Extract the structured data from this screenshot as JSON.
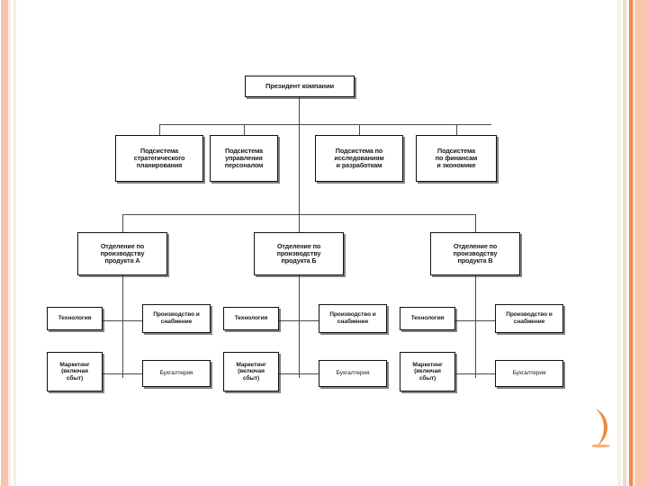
{
  "slide": {
    "title_text": "",
    "background_color": "#ffffff",
    "accent_color": "#f08a50",
    "border_colors": [
      "#f9c7ab",
      "#f08a50",
      "#e8e0cc",
      "#f5f1e6"
    ]
  },
  "decorations": {
    "swoosh_name": "orange-crescent-swoosh",
    "swoosh_color": "#ed8b3c",
    "left_border_name": "left-border-stripes",
    "right_border_name": "right-border-stripes"
  },
  "chart_data": {
    "type": "diagram",
    "diagram_type": "organizational-chart",
    "title": "",
    "levels": [
      {
        "level": 1,
        "name": "president",
        "nodes": [
          {
            "id": "president",
            "label": "Президент компании"
          }
        ]
      },
      {
        "level": 2,
        "name": "subsystems",
        "nodes": [
          {
            "id": "sub-strategic",
            "label": "Подсистема\nстратегического\nпланирования"
          },
          {
            "id": "sub-hr",
            "label": "Подсистема\nуправления\nперсоналом"
          },
          {
            "id": "sub-research",
            "label": "Подсистема по\nисследованиям\nи разработкам"
          },
          {
            "id": "sub-finance",
            "label": "Подсистема\nпо финансам\nи экономике"
          }
        ]
      },
      {
        "level": 3,
        "name": "divisions",
        "nodes": [
          {
            "id": "div-a",
            "label": "Отделение по\nпроизводству\nпродукта А"
          },
          {
            "id": "div-b",
            "label": "Отделение по\nпроизводству\nпродукта Б"
          },
          {
            "id": "div-v",
            "label": "Отделение по\nпроизводству\nпродукта В"
          }
        ]
      },
      {
        "level": 4,
        "name": "functions",
        "groups": [
          {
            "parent": "div-a",
            "nodes": [
              {
                "id": "a-tech",
                "label": "Технология"
              },
              {
                "id": "a-prod",
                "label": "Производство и\nснабжение"
              },
              {
                "id": "a-marketing",
                "label": "Маркетинг\n(включая\nсбыт)"
              },
              {
                "id": "a-account",
                "label": "Бухгалтерия"
              }
            ]
          },
          {
            "parent": "div-b",
            "nodes": [
              {
                "id": "b-tech",
                "label": "Технология"
              },
              {
                "id": "b-prod",
                "label": "Производство и\nснабжение"
              },
              {
                "id": "b-marketing",
                "label": "Маркетинг\n(включая\nсбыт)"
              },
              {
                "id": "b-account",
                "label": "Бухгалтерия"
              }
            ]
          },
          {
            "parent": "div-v",
            "nodes": [
              {
                "id": "v-tech",
                "label": "Технология"
              },
              {
                "id": "v-prod",
                "label": "Производство и\nснабжение"
              },
              {
                "id": "v-marketing",
                "label": "Маркетинг\n(включая\nсбыт)"
              },
              {
                "id": "v-account",
                "label": "Бухгалтерия"
              }
            ]
          }
        ]
      }
    ],
    "edges": [
      {
        "from": "president",
        "to": "sub-strategic"
      },
      {
        "from": "president",
        "to": "sub-hr"
      },
      {
        "from": "president",
        "to": "sub-research"
      },
      {
        "from": "president",
        "to": "sub-finance"
      },
      {
        "from": "president",
        "to": "div-a"
      },
      {
        "from": "president",
        "to": "div-b"
      },
      {
        "from": "president",
        "to": "div-v"
      },
      {
        "from": "div-a",
        "to": "a-tech"
      },
      {
        "from": "div-a",
        "to": "a-prod"
      },
      {
        "from": "div-a",
        "to": "a-marketing"
      },
      {
        "from": "div-a",
        "to": "a-account"
      },
      {
        "from": "div-b",
        "to": "b-tech"
      },
      {
        "from": "div-b",
        "to": "b-prod"
      },
      {
        "from": "div-b",
        "to": "b-marketing"
      },
      {
        "from": "div-b",
        "to": "b-account"
      },
      {
        "from": "div-v",
        "to": "v-tech"
      },
      {
        "from": "div-v",
        "to": "v-prod"
      },
      {
        "from": "div-v",
        "to": "v-marketing"
      },
      {
        "from": "div-v",
        "to": "v-account"
      }
    ]
  }
}
